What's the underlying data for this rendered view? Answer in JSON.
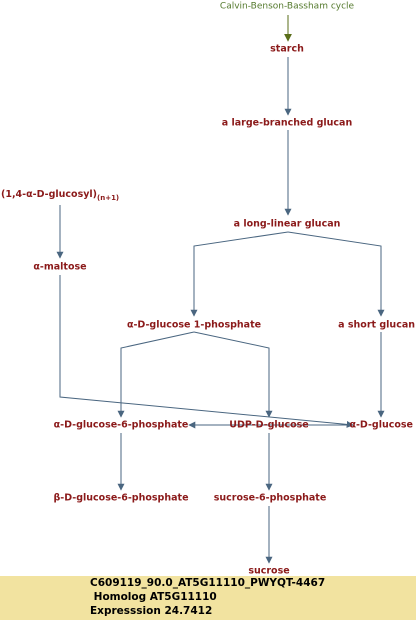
{
  "diagram": {
    "origin_label": "Calvin-Benson-Bassham cycle",
    "nodes": {
      "starch": "starch",
      "large_branched_glucan": "a large-branched glucan",
      "glucosyl_prefix": "(1,4-α-D-glucosyl)",
      "glucosyl_sub": "(n+1)",
      "long_linear_glucan": "a long-linear glucan",
      "alpha_maltose": "α-maltose",
      "alpha_d_glucose_1_phosphate": "α-D-glucose 1-phosphate",
      "short_glucan": "a short glucan",
      "alpha_d_glucose_6_phosphate": "α-D-glucose-6-phosphate",
      "udp_d_glucose": "UDP-D-glucose",
      "alpha_d_glucose": "α-D-glucose",
      "beta_d_glucose_6_phosphate": "β-D-glucose-6-phosphate",
      "sucrose_6_phosphate": "sucrose-6-phosphate",
      "sucrose": "sucrose"
    }
  },
  "footer": {
    "line1": "C609119_90.0_AT5G11110_PWYQT-4467",
    "line2": " Homolog AT5G11110",
    "line3": "Expresssion 24.7412"
  },
  "colors": {
    "node_text": "#8b1a1a",
    "origin_text": "#557a2e",
    "origin_arrow": "#5a6e1a",
    "edge": "#4a6680",
    "footer_bg": "#f2e3a0"
  }
}
